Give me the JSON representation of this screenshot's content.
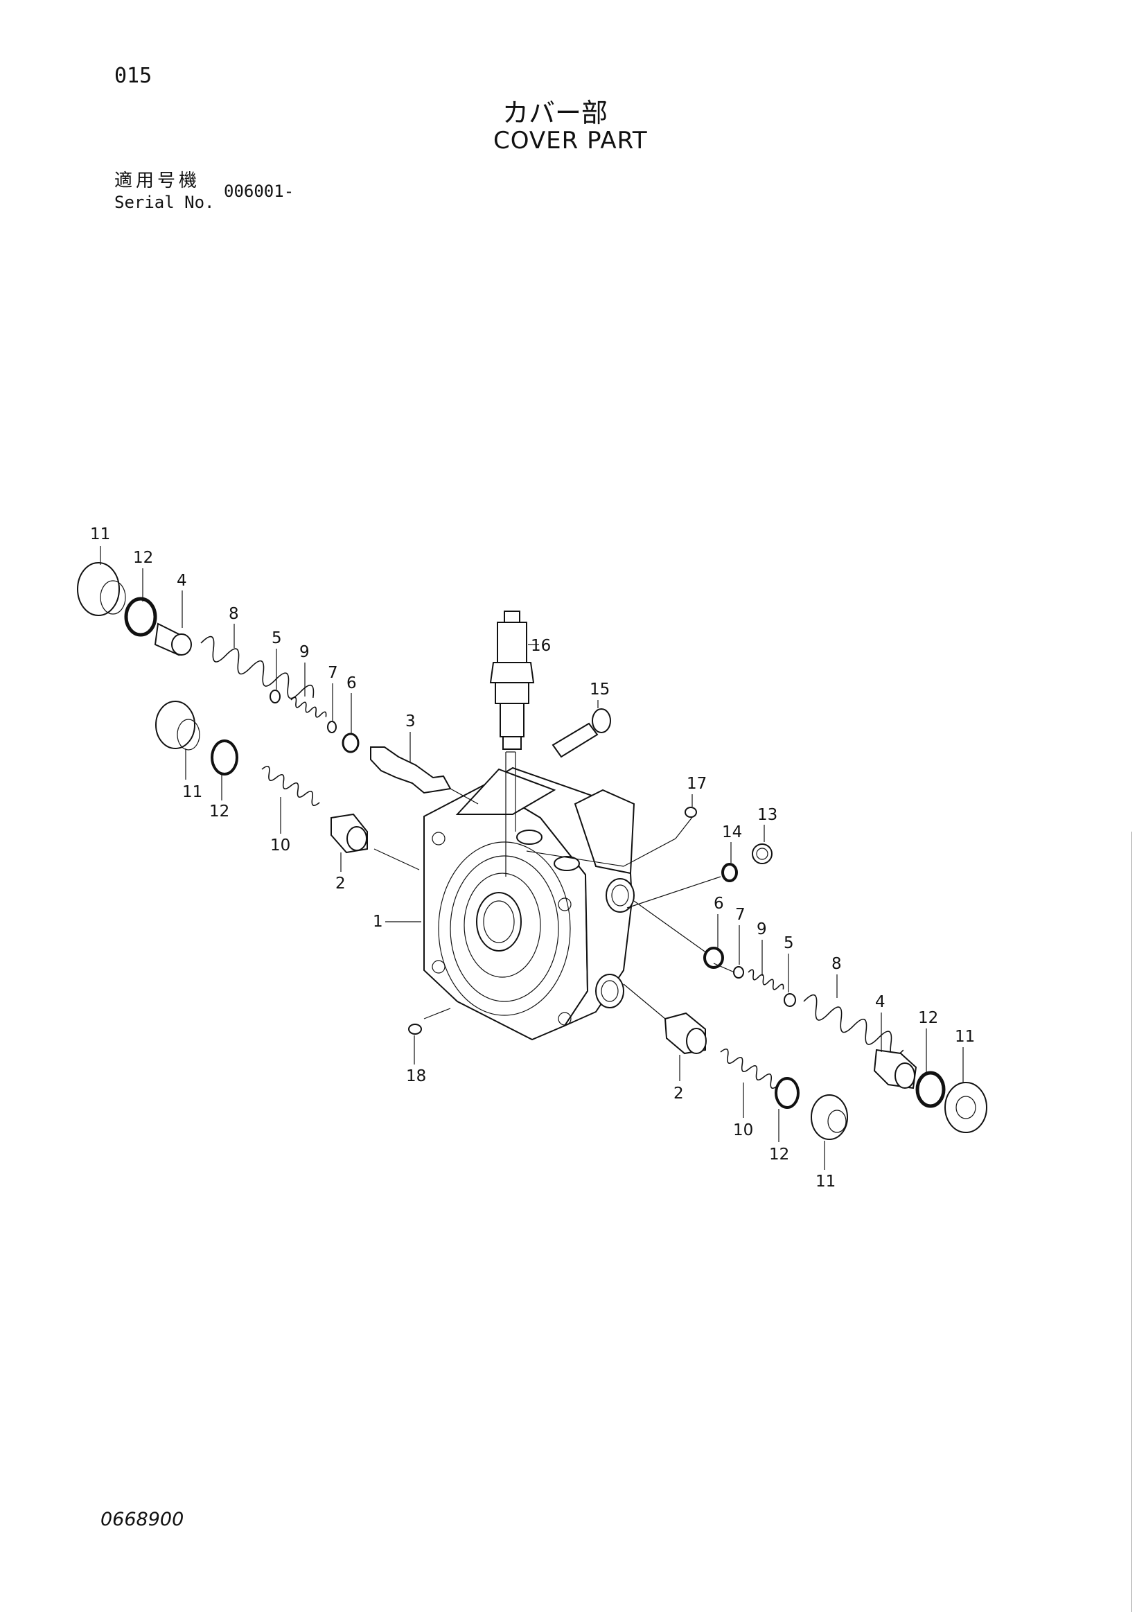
{
  "header": {
    "page_number": "015",
    "title_jp": "カバー部",
    "title_en": "COVER PART",
    "serial_label_jp": "適用号機",
    "serial_label_en": "Serial No.",
    "serial_value": "006001-"
  },
  "footer": {
    "doc_code": "0668900"
  },
  "callouts": {
    "c1": "1",
    "c2a": "2",
    "c2b": "2",
    "c3": "3",
    "c4a": "4",
    "c4b": "4",
    "c5a": "5",
    "c5b": "5",
    "c6a": "6",
    "c6b": "6",
    "c7a": "7",
    "c7b": "7",
    "c8a": "8",
    "c8b": "8",
    "c9a": "9",
    "c9b": "9",
    "c10a": "10",
    "c10b": "10",
    "c11a": "11",
    "c11b": "11",
    "c11c": "11",
    "c11d": "11",
    "c12a": "12",
    "c12b": "12",
    "c12c": "12",
    "c12d": "12",
    "c13": "13",
    "c14": "14",
    "c15": "15",
    "c16": "16",
    "c17": "17",
    "c18": "18"
  }
}
